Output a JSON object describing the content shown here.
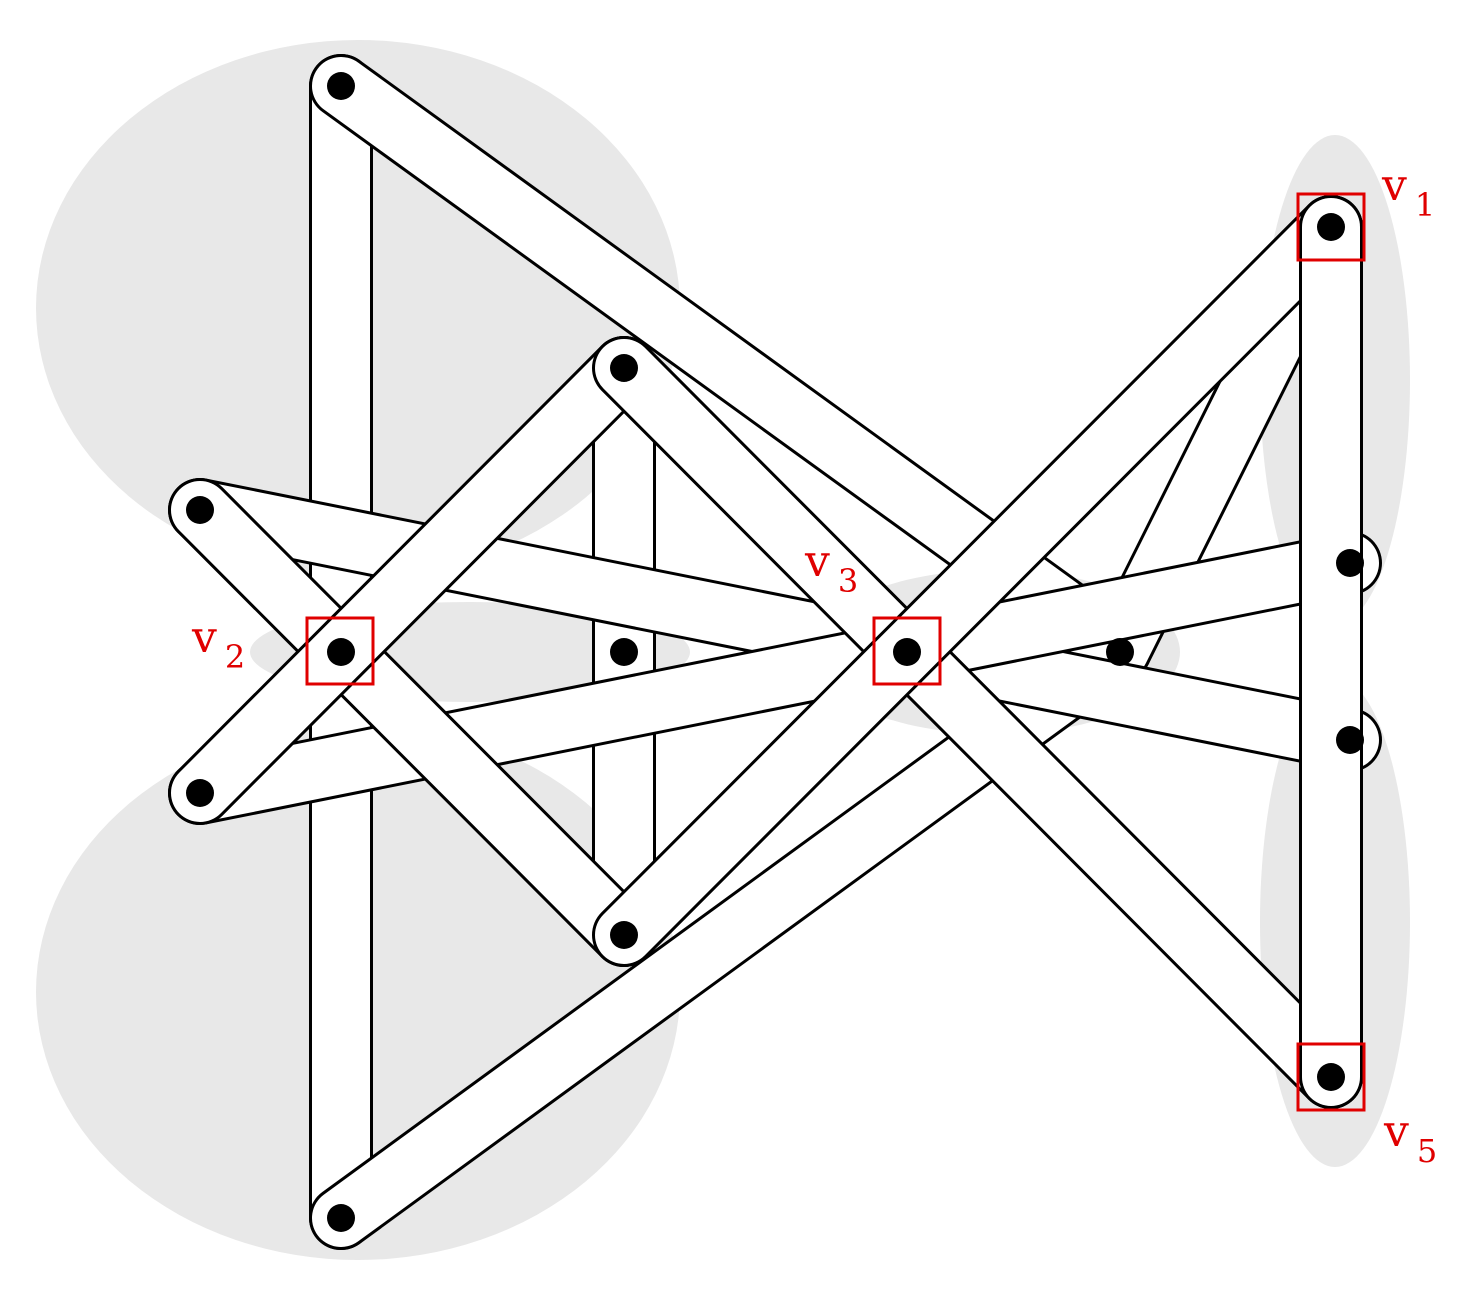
{
  "colors": {
    "region_fill": "#e8e8e8",
    "edge_stroke": "#000000",
    "edge_fill": "#ffffff",
    "vertex": "#000000",
    "highlight": "#e00000"
  },
  "labels": [
    {
      "id": "v1",
      "letter": "v",
      "sub": "1"
    },
    {
      "id": "v2",
      "letter": "v",
      "sub": "2"
    },
    {
      "id": "v3",
      "letter": "v",
      "sub": "3"
    },
    {
      "id": "v5",
      "letter": "v",
      "sub": "5"
    }
  ]
}
